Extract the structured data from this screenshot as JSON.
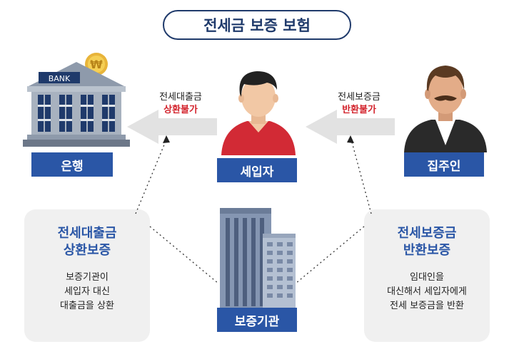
{
  "title": "전세금 보증 보험",
  "bank": {
    "sign": "BANK",
    "coin": "₩",
    "label": "은행"
  },
  "tenant": {
    "label": "세입자"
  },
  "landlord": {
    "label": "집주인"
  },
  "guarantor": {
    "label": "보증기관"
  },
  "arrow_left": {
    "line1": "전세대출금",
    "line2": "상환불가"
  },
  "arrow_right": {
    "line1": "전세보증금",
    "line2": "반환불가"
  },
  "panel_left": {
    "title_line1": "전세대출금",
    "title_line2": "상환보증",
    "body": [
      "보증기관이",
      "세입자 대신",
      "대출금을 상환"
    ]
  },
  "panel_right": {
    "title_line1": "전세보증금",
    "title_line2": "반환보증",
    "body": [
      "임대인을",
      "대신해서 세입자에게",
      "전세 보증금을 반환"
    ]
  },
  "colors": {
    "navy": "#1f3a6b",
    "label_blue": "#2a56a6",
    "red": "#d3242d",
    "arrow_gray": "#e2e2e2",
    "panel_gray": "#f0f0f0"
  }
}
